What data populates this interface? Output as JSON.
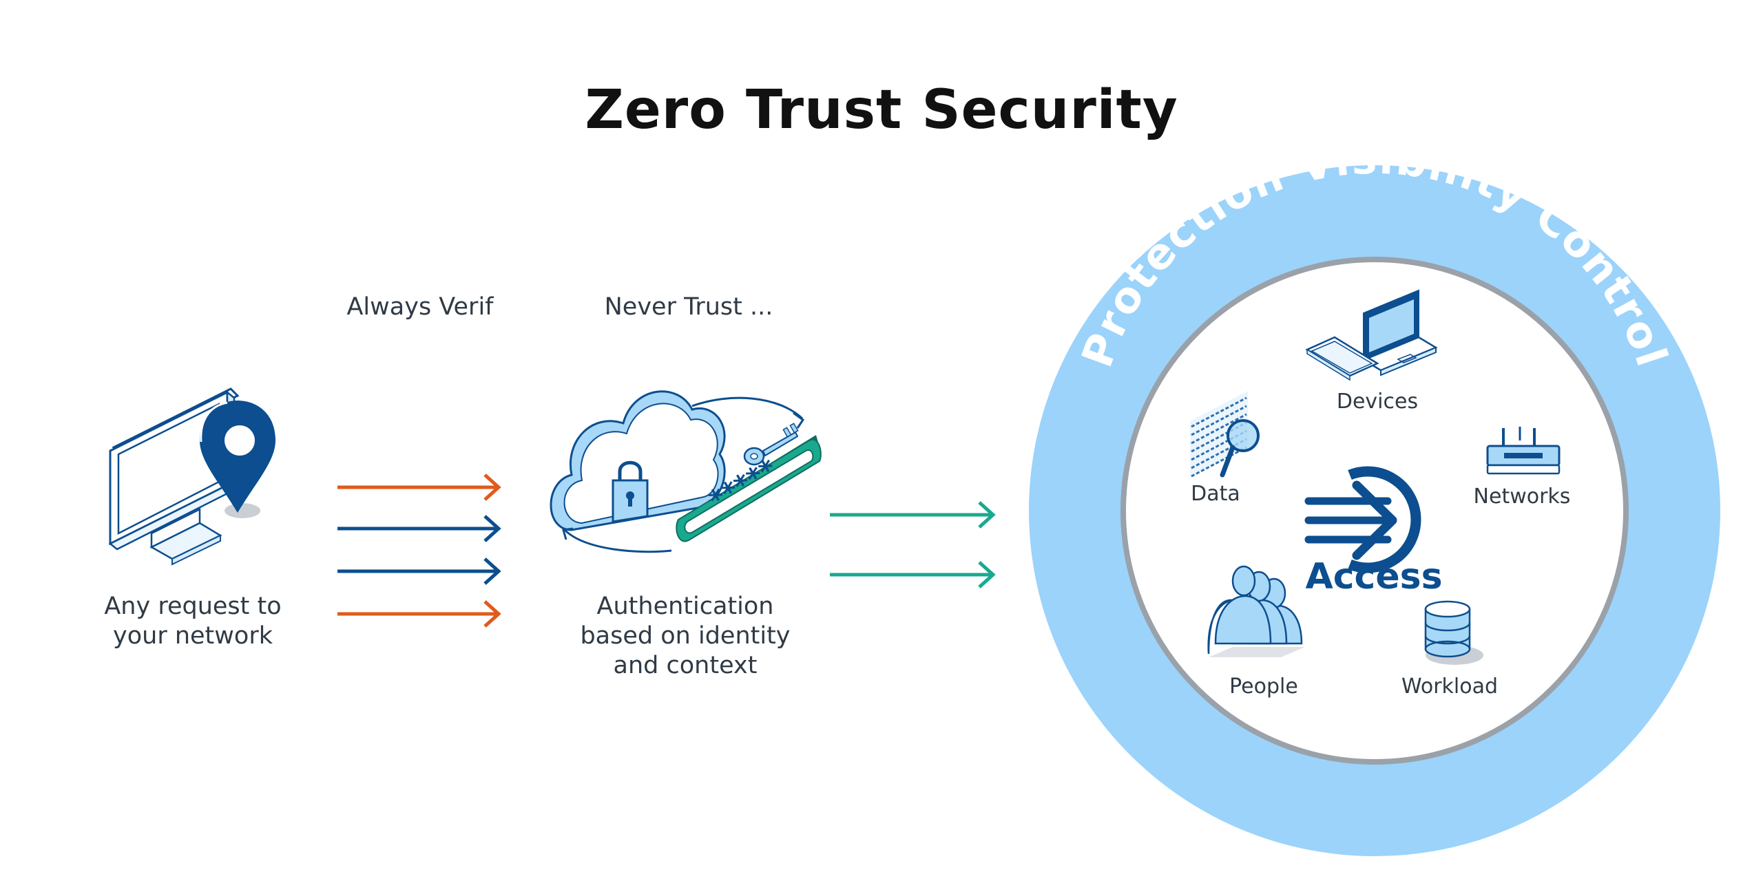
{
  "title": "Zero Trust Security",
  "steps": {
    "always_verify": "Always Verif",
    "never_trust": "Never Trust ...",
    "request": [
      "Any request to",
      "your network"
    ],
    "authentication": [
      "Authentication",
      "based on identity",
      "and context"
    ]
  },
  "ring": {
    "label": "Protection Visibility Control",
    "center": "Access",
    "items": {
      "devices": "Devices",
      "data": "Data",
      "networks": "Networks",
      "people": "People",
      "workload": "Workload"
    }
  },
  "password_mask": "*****",
  "colors": {
    "orange": "#e05a1b",
    "blue": "#0c4e8f",
    "teal": "#19a98f",
    "ring_outer": "#9bd3fb",
    "ring_border": "#9aa1a8",
    "icon_light": "#a8d8f7"
  },
  "icons": [
    "monitor-icon",
    "location-pin-icon",
    "cloud-icon",
    "padlock-icon",
    "key-icon",
    "password-field-icon",
    "laptop-icon",
    "phone-icon",
    "binary-data-icon",
    "magnifier-icon",
    "router-icon",
    "login-icon",
    "people-icon",
    "database-icon"
  ]
}
